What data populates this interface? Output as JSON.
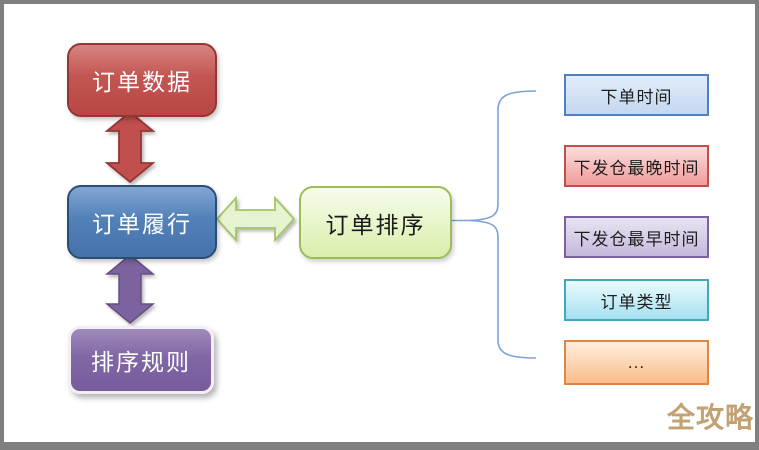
{
  "canvas": {
    "background": "#ffffff",
    "frame_color": "#7f7f7f"
  },
  "nodes": {
    "order_data": {
      "label": "订单数据",
      "fill": "#c0504d",
      "border": "#943634",
      "text_color": "#ffffff"
    },
    "order_fulfillment": {
      "label": "订单履行",
      "fill": "#4f81bd",
      "border": "#2a4d75",
      "text_color": "#ffffff"
    },
    "sorting_rules": {
      "label": "排序规则",
      "fill": "#8064a2",
      "border": "#f2eef6",
      "text_color": "#ffffff"
    },
    "order_sorting": {
      "label": "订单排序",
      "fill_top": "#f7fcec",
      "fill_bottom": "#d9efab",
      "border": "#9cbc59",
      "text_color": "#1a1a1a"
    }
  },
  "connectors": {
    "data_fulfillment": {
      "type": "vertical-double-arrow",
      "color": "#c0504d",
      "border": "#943634"
    },
    "fulfillment_rules": {
      "type": "vertical-double-arrow",
      "color": "#7d62a0",
      "border": "#654f82"
    },
    "fulfillment_sorting": {
      "type": "horizontal-double-arrow",
      "color": "#e6f3d0",
      "border": "#a3c567"
    },
    "brace": {
      "type": "curly-brace",
      "color": "#7ba3d7"
    }
  },
  "criteria": [
    {
      "label": "下单时间",
      "fill_top": "#e2edf9",
      "fill_bottom": "#c3d7f0",
      "border": "#4f81bd"
    },
    {
      "label": "下发仓最晚时间",
      "fill_top": "#fbdddc",
      "fill_bottom": "#f19c9b",
      "border": "#c0504d"
    },
    {
      "label": "下发仓最早时间",
      "fill_top": "#e9e4f2",
      "fill_bottom": "#c5b8dc",
      "border": "#7c62a0"
    },
    {
      "label": "订单类型",
      "fill_top": "#eafbfe",
      "fill_bottom": "#a5e0f1",
      "border": "#45a6c0"
    },
    {
      "label": "...",
      "fill_top": "#feeedd",
      "fill_bottom": "#fabd8b",
      "border": "#dd8747"
    }
  ],
  "watermark": {
    "text": "全攻略",
    "color": "#c2a273"
  }
}
